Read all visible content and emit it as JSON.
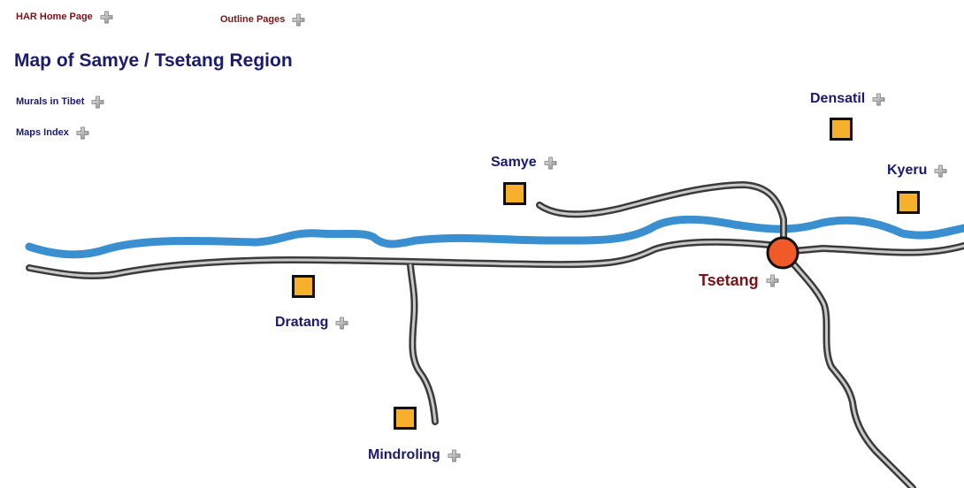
{
  "colors": {
    "nav_red": "#7a1418",
    "nav_blue": "#1a1a6e",
    "place_blue": "#1a1a6e",
    "tsetang": "#7a1418",
    "river": "#3a8fd1",
    "road_outer": "#3a3a3a",
    "road_inner": "#c9c9c9",
    "site_fill": "#f7b02c",
    "town_fill": "#f05a28"
  },
  "icon": "plus-cross-icon",
  "nav": {
    "har_home": "HAR Home Page",
    "outline_pages": "Outline Pages",
    "murals": "Murals in Tibet",
    "maps_index": "Maps Index"
  },
  "page_title": "Map of Samye / Tsetang Region",
  "places": {
    "densatil": "Densatil",
    "samye": "Samye",
    "kyeru": "Kyeru",
    "tsetang": "Tsetang",
    "dratang": "Dratang",
    "mindroling": "Mindroling"
  }
}
